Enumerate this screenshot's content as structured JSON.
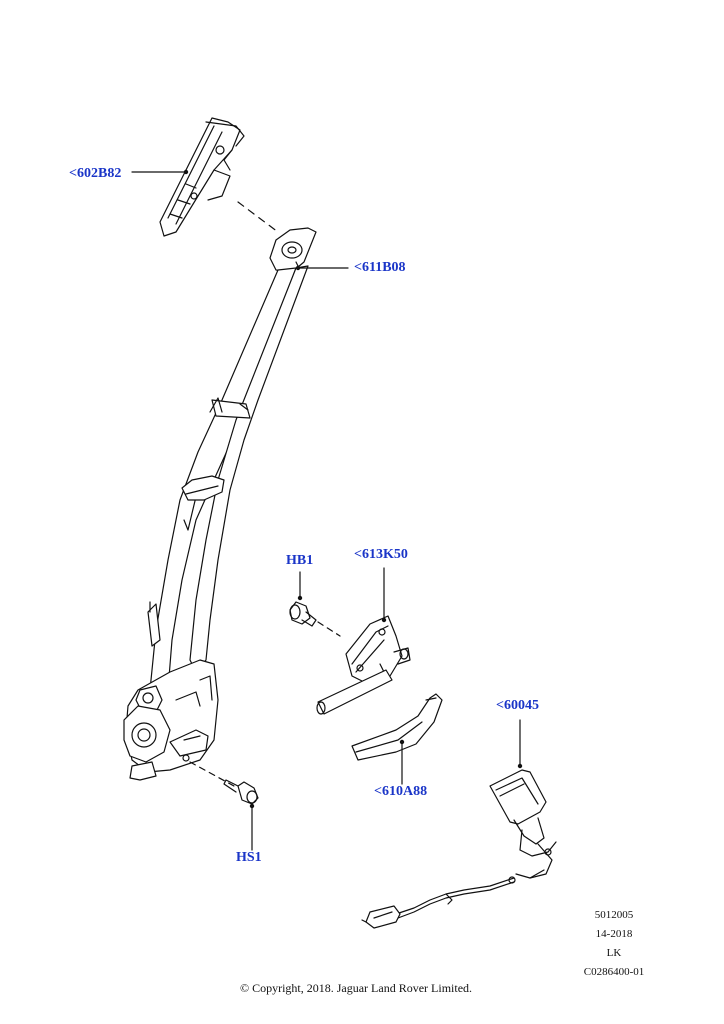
{
  "callouts": {
    "c602B82": "<602B82",
    "c611B08": "<611B08",
    "hb1": "HB1",
    "c613K50": "<613K50",
    "c60045": "<60045",
    "c610A88": "<610A88",
    "hs1": "HS1"
  },
  "meta": {
    "code1": "5012005",
    "code2": "14-2018",
    "code3": "LK",
    "code4": "C0286400-01"
  },
  "copyright": "© Copyright, 2018. Jaguar Land Rover Limited.",
  "colors": {
    "callout": "#1a35c8",
    "line": "#111111"
  }
}
